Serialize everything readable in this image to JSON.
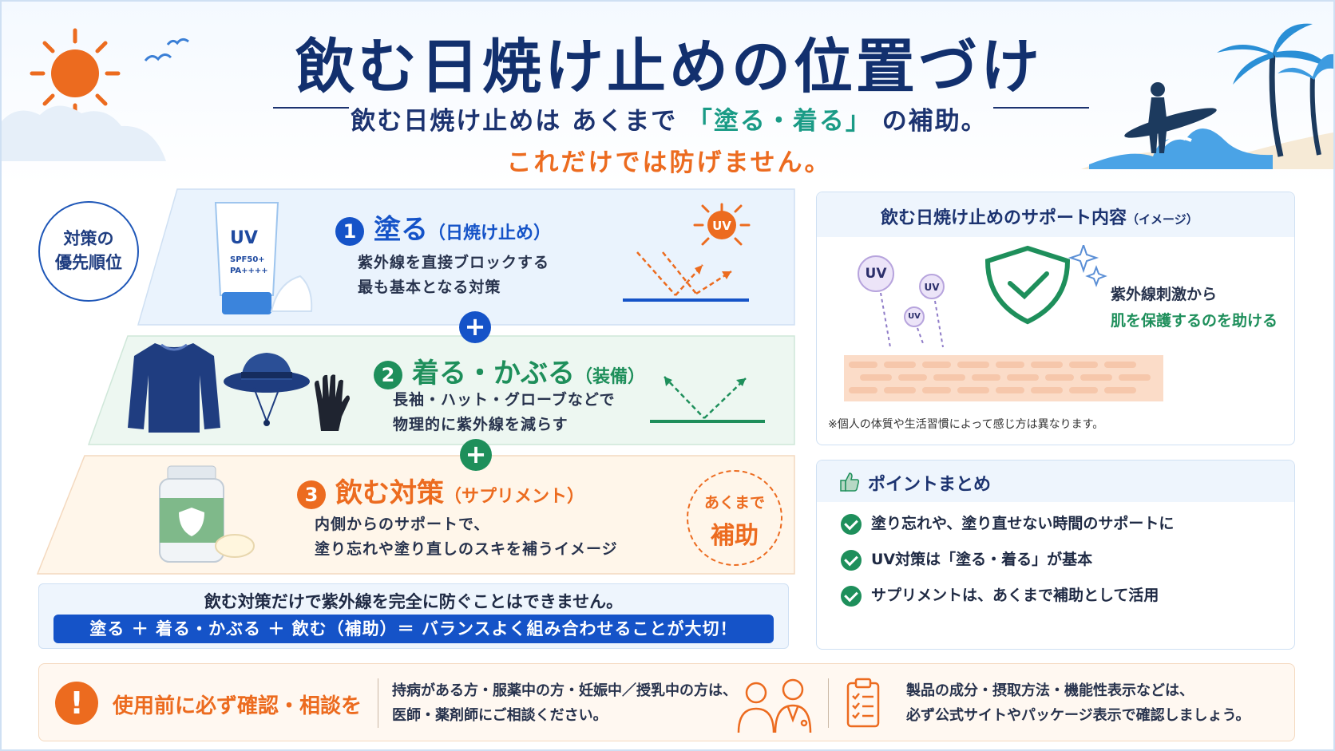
{
  "header": {
    "title": "飲む日焼け止めの位置づけ",
    "subtitle_prefix": "飲む日焼け止めは あくまで",
    "subtitle_highlight": "「塗る・着る」",
    "subtitle_suffix": "の補助。",
    "subtitle2": "これだけでは防げません。"
  },
  "priority_badge": {
    "line1": "対策の",
    "line2": "優先順位"
  },
  "tiers": [
    {
      "number": "1",
      "title": "塗る",
      "paren": "（日焼け止め）",
      "desc1": "紫外線を直接ブロックする",
      "desc2": "最も基本となる対策",
      "color": "#1553c8"
    },
    {
      "number": "2",
      "title": "着る・かぶる",
      "paren": "（装備）",
      "desc1": "長袖・ハット・グローブなどで",
      "desc2": "物理的に紫外線を減らす",
      "color": "#1e8f5b"
    },
    {
      "number": "3",
      "title": "飲む対策",
      "paren": "（サプリメント）",
      "desc1": "内側からのサポートで、",
      "desc2": "塗り忘れや塗り直しのスキを補うイメージ",
      "color": "#ec6b1f"
    }
  ],
  "tube": {
    "brand": "UV",
    "spf": "SPF50+",
    "pa": "PA++++"
  },
  "sun_badge": "UV",
  "plus_sign": "+",
  "assist_badge": {
    "small": "あくまで",
    "big": "補助"
  },
  "balance": {
    "line1": "飲む対策だけで紫外線を完全に防ぐことはできません。",
    "formula": "塗る ＋ 着る・かぶる ＋ 飲む（補助）＝ バランスよく組み合わせることが大切！"
  },
  "support_card": {
    "title": "飲む日焼け止めのサポート内容",
    "title_small": "（イメージ）",
    "uv_labels": [
      "UV",
      "UV",
      "UV"
    ],
    "text1": "紫外線刺激から",
    "text2": "肌を保護するのを助ける",
    "note": "※個人の体質や生活習慣によって感じ方は異なります。"
  },
  "points_card": {
    "title": "ポイントまとめ",
    "items": [
      "塗り忘れや、塗り直せない時間のサポートに",
      "UV対策は「塗る・着る」が基本",
      "サプリメントは、あくまで補助として活用"
    ]
  },
  "footer": {
    "warn_icon": "!",
    "warn_title": "使用前に必ず確認・相談を",
    "text1_line1": "持病がある方・服薬中の方・妊娠中／授乳中の方は、",
    "text1_line2": "医師・薬剤師にご相談ください。",
    "text2_line1": "製品の成分・摂取方法・機能性表示などは、",
    "text2_line2": "必ず公式サイトやパッケージ表示で確認しましょう。"
  },
  "colors": {
    "navy": "#12306e",
    "blue": "#1553c8",
    "green": "#1e8f5b",
    "orange": "#ec6b1f",
    "teal": "#1a9b86"
  }
}
